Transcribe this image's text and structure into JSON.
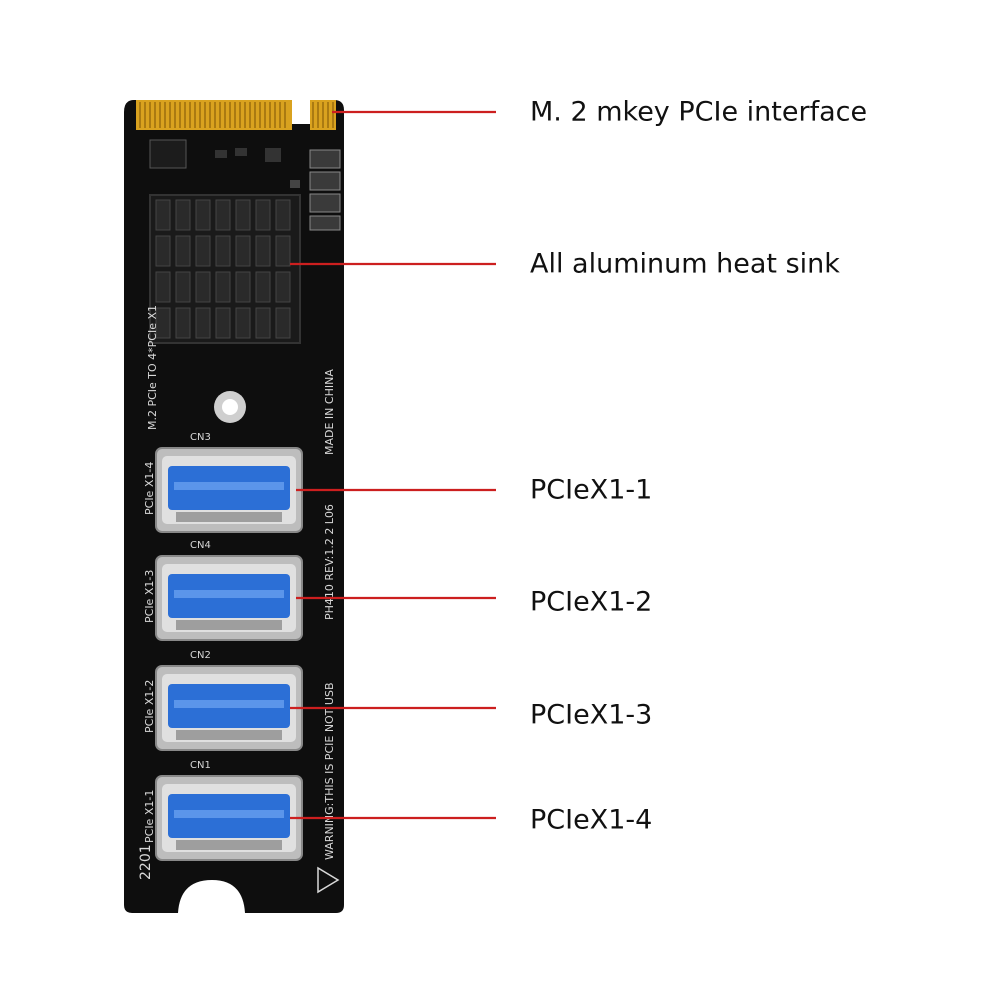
{
  "callouts": [
    {
      "label": "M. 2 mkey PCIe interface"
    },
    {
      "label": "All aluminum heat sink"
    },
    {
      "label": "PCIeX1-1"
    },
    {
      "label": "PCIeX1-2"
    },
    {
      "label": "PCIeX1-3"
    },
    {
      "label": "PCIeX1-4"
    }
  ],
  "board": {
    "title_text": "M.2 PCIe TO 4*PCIe X1",
    "made_in": "MADE IN CHINA",
    "model_text": "PH410   REV:1.2   2 L06",
    "warning_text": "WARNING:THIS IS PCIE NOT USB",
    "port_labels": [
      "PCIe X1-4",
      "PCIe X1-3",
      "PCIe X1-2",
      "PCIe X1-1"
    ],
    "connector_labels": [
      "CN3",
      "CN4",
      "CN2",
      "CN1"
    ],
    "date_code": "2201"
  },
  "colors": {
    "pcb": "#0e0e0e",
    "gold_contacts": "#d9a21f",
    "heat_sink": "#1a1a1a",
    "usb_blue": "#2c6fd6",
    "usb_shell": "#c9c9c9",
    "callout_line": "#cc1f1f"
  }
}
